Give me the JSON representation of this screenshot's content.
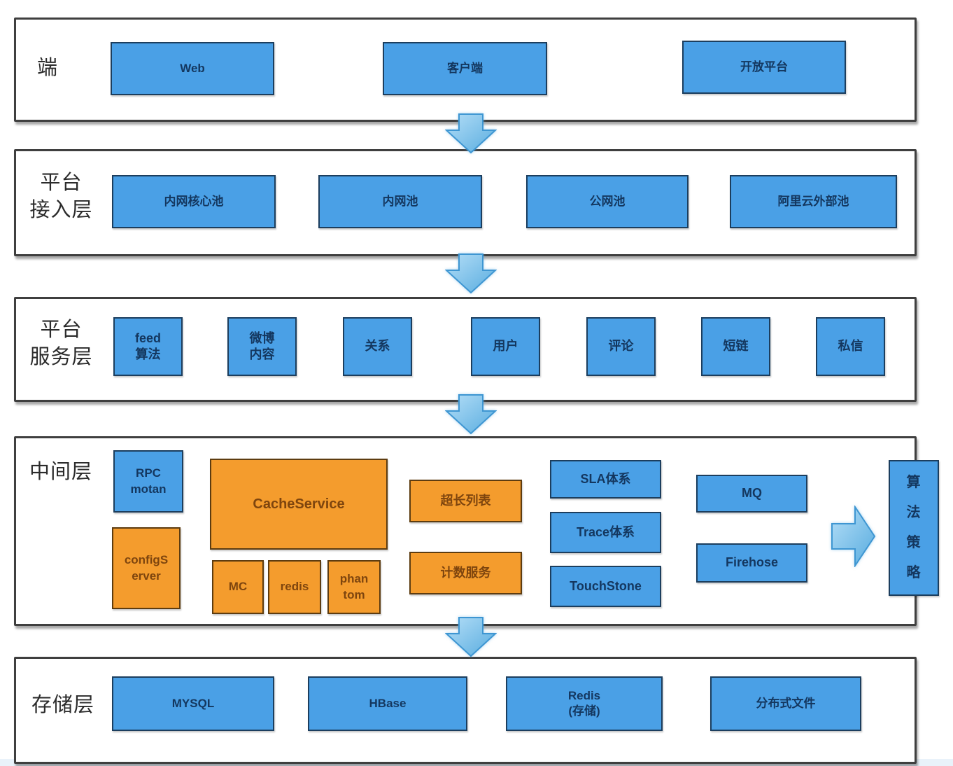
{
  "page": {
    "background": "#ffffff",
    "footer_strip_color": "#e9f2fa"
  },
  "colors": {
    "blue_fill": "#4aa0e6",
    "blue_border": "#1c3e5e",
    "blue_text": "#14375f",
    "orange_fill": "#f49c2d",
    "orange_border": "#5d3c10",
    "orange_text": "#7e450e",
    "container_border": "#3f3f3f",
    "arrow_fill_light": "#a9d9f5",
    "arrow_fill_dark": "#58acdf",
    "arrow_stroke": "#3e96d2",
    "label_color": "#2b2b2b"
  },
  "layers": [
    {
      "label": "端",
      "boxes": [
        {
          "text": "Web"
        },
        {
          "text": "客户端"
        },
        {
          "text": "开放平台"
        }
      ]
    },
    {
      "label": "平台\n接入层",
      "boxes": [
        {
          "text": "内网核心池"
        },
        {
          "text": "内网池"
        },
        {
          "text": "公网池"
        },
        {
          "text": "阿里云外部池"
        }
      ]
    },
    {
      "label": "平台\n服务层",
      "boxes": [
        {
          "text": "feed\n算法"
        },
        {
          "text": "微博\n内容"
        },
        {
          "text": "关系"
        },
        {
          "text": "用户"
        },
        {
          "text": "评论"
        },
        {
          "text": "短链"
        },
        {
          "text": "私信"
        }
      ]
    },
    {
      "label": "中间层",
      "boxes": [
        {
          "text": "RPC\nmotan"
        },
        {
          "text": "configS\nerver"
        },
        {
          "text": "CacheService"
        },
        {
          "text": "MC"
        },
        {
          "text": "redis"
        },
        {
          "text": "phan\ntom"
        },
        {
          "text": "超长列表"
        },
        {
          "text": "计数服务"
        },
        {
          "text": "SLA体系"
        },
        {
          "text": "Trace体系"
        },
        {
          "text": "TouchStone"
        },
        {
          "text": "MQ"
        },
        {
          "text": "Firehose"
        },
        {
          "text": "算\n法\n策\n略"
        }
      ]
    },
    {
      "label": "存储层",
      "boxes": [
        {
          "text": "MYSQL"
        },
        {
          "text": "HBase"
        },
        {
          "text": "Redis\n(存储)"
        },
        {
          "text": "分布式文件"
        }
      ]
    }
  ]
}
